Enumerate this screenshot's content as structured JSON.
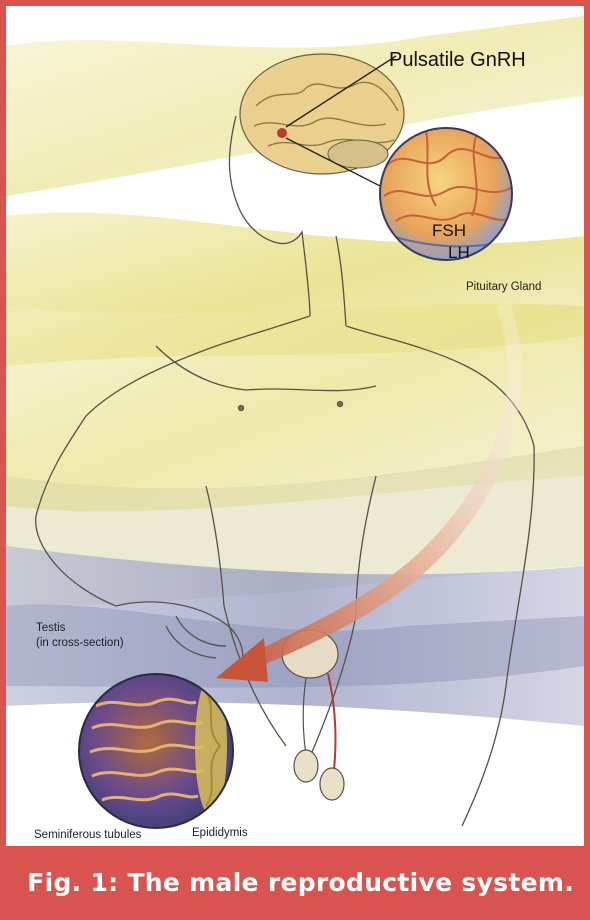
{
  "figure": {
    "caption": "Fig. 1: The male reproductive system.",
    "colors": {
      "frame": "#d9534f",
      "wash_yellow": "#e8e07a",
      "wash_blue": "#8a90b8",
      "arrow": "#c8674a",
      "brain": "#e9c77e",
      "pituitary_dot": "#c0392b"
    }
  },
  "labels": {
    "gnrh": "Pulsatile GnRH",
    "fsh": "FSH",
    "lh": "LH",
    "pituitary": "Pituitary Gland",
    "testis_line1": "Testis",
    "testis_line2": "(in cross-section)",
    "tubules": "Seminiferous tubules",
    "epididymis": "Epididymis"
  }
}
